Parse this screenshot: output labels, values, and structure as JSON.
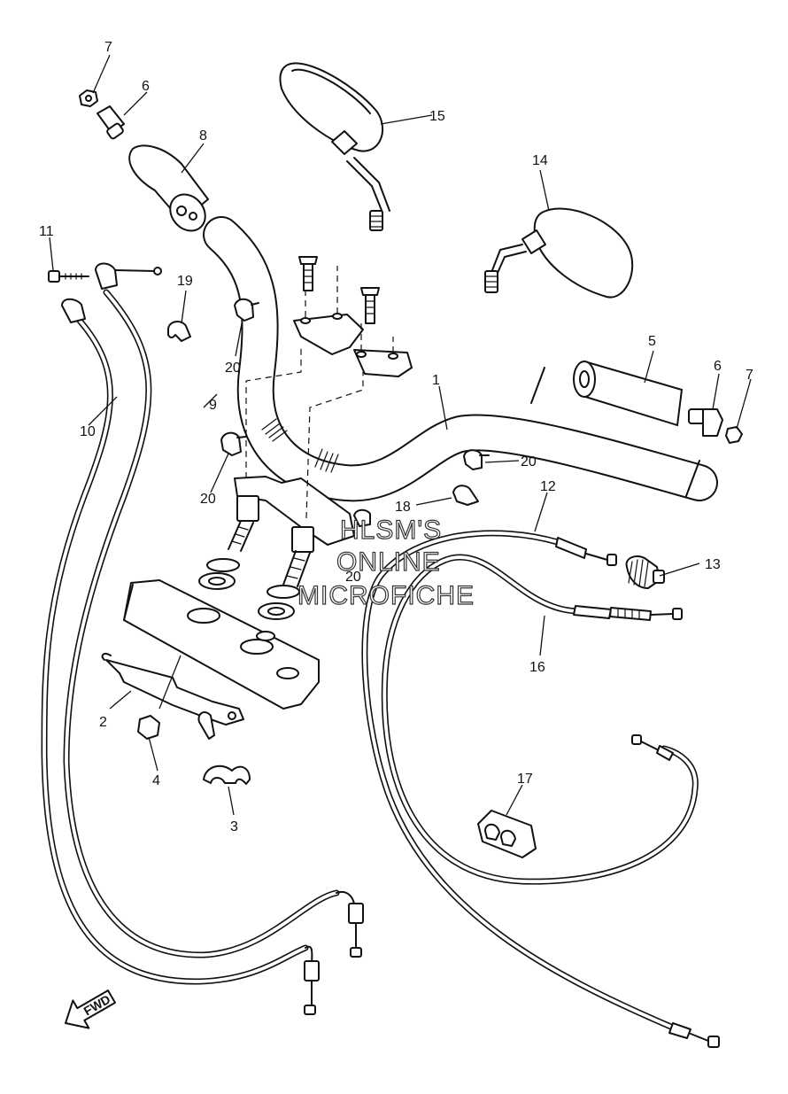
{
  "callouts": {
    "c1": "1",
    "c2": "2",
    "c3": "3",
    "c4": "4",
    "c5": "5",
    "c6a": "6",
    "c6b": "6",
    "c7a": "7",
    "c7b": "7",
    "c8": "8",
    "c9": "9",
    "c10": "10",
    "c11": "11",
    "c12": "12",
    "c13": "13",
    "c14": "14",
    "c15": "15",
    "c16": "16",
    "c17": "17",
    "c18": "18",
    "c19": "19",
    "c20a": "20",
    "c20b": "20",
    "c20c": "20",
    "c20d": "20"
  },
  "watermark": {
    "line1": "HLSM'S",
    "line2": "ONLINE",
    "line3": "MICROFICHE"
  },
  "fwd_label": "FWD",
  "colors": {
    "ink": "#111111",
    "paper": "#ffffff"
  }
}
